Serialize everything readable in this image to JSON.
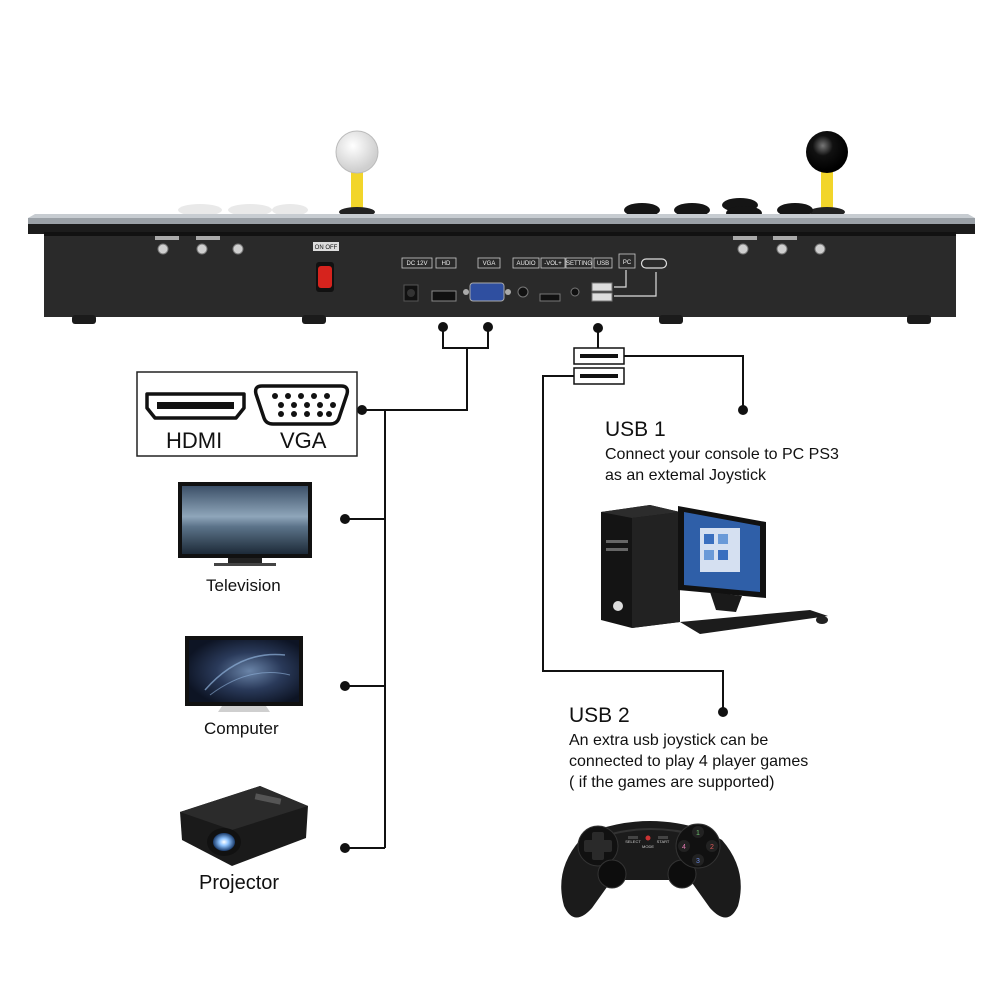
{
  "console": {
    "switch_label": "ON OFF",
    "ports": [
      "DC 12V",
      "HD",
      "VGA",
      "AUDIO",
      "-VOL+",
      "SETTING",
      "USB",
      "PC"
    ]
  },
  "connectors": {
    "hdmi": "HDMI",
    "vga": "VGA"
  },
  "devices": {
    "television": "Television",
    "computer": "Computer",
    "projector": "Projector"
  },
  "usb1": {
    "title": "USB 1",
    "lines": [
      "Connect your console to PC PS3",
      "as an extemal Joystick"
    ]
  },
  "usb2": {
    "title": "USB 2",
    "lines": [
      "An extra usb joystick can be",
      "connected to play 4 player games",
      "( if the games are supported)"
    ]
  },
  "gamepad": {
    "select_label": "SELECT",
    "mode_label": "MODE",
    "start_label": "START",
    "buttons": [
      "1",
      "2",
      "3",
      "4"
    ]
  }
}
